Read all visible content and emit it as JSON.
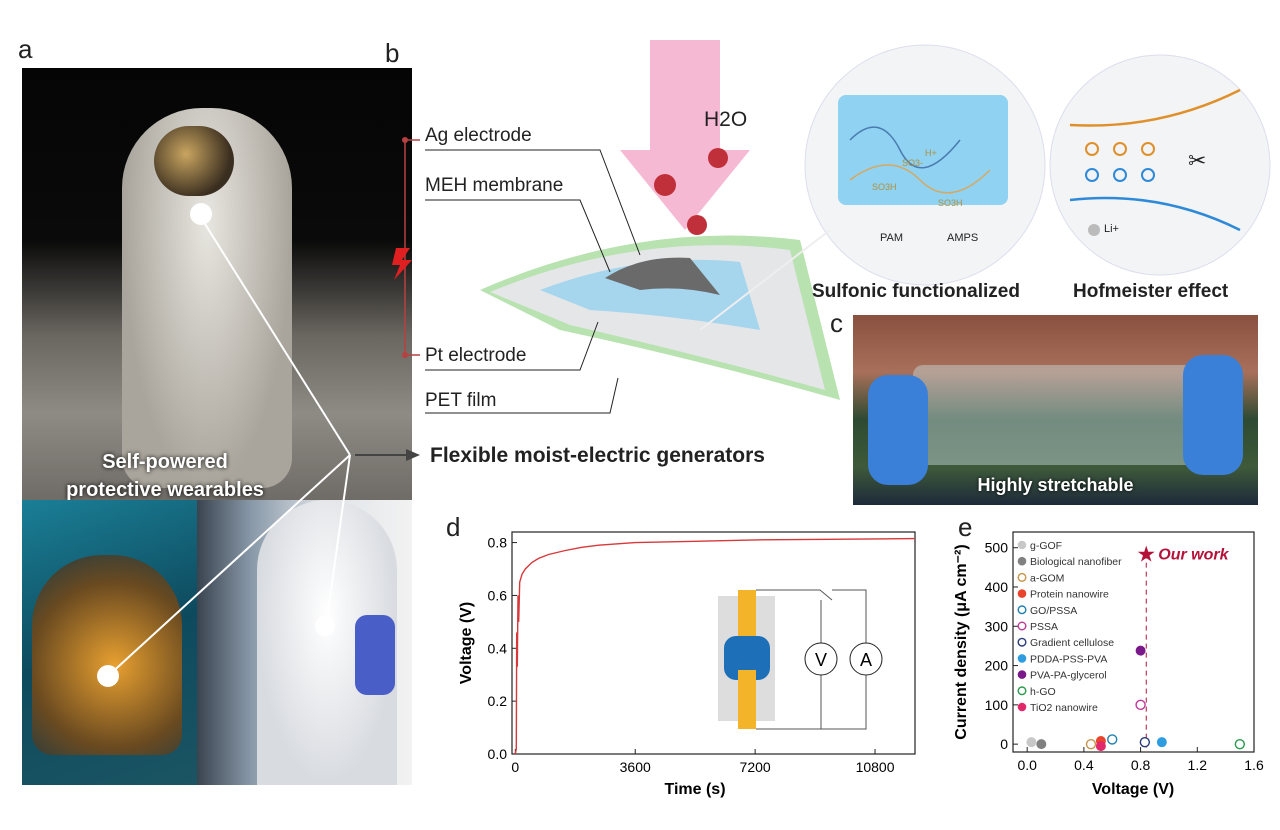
{
  "panels": {
    "a": "a",
    "b": "b",
    "c": "c",
    "d": "d",
    "e": "e"
  },
  "panel_a": {
    "caption_line1": "Self-powered",
    "caption_line2": "protective wearables"
  },
  "panel_b": {
    "layers": [
      "Ag electrode",
      "MEH membrane",
      "Pt electrode",
      "PET film"
    ],
    "water_label": "H2O",
    "device_caption": "Flexible moist-electric generators",
    "bubble1": {
      "title": "Sulfonic functionalized",
      "legend": [
        "PAM",
        "AMPS"
      ],
      "groups": [
        "SO3-",
        "H+",
        "SO3H",
        "SO3H"
      ]
    },
    "bubble2": {
      "title": "Hofmeister effect",
      "legend": [
        "Li+"
      ]
    }
  },
  "panel_c": {
    "caption": "Highly stretchable"
  },
  "colors": {
    "curve": "#d9383a",
    "star": "#b5123a",
    "electrode": "#f4b42a",
    "membrane": "#1d6fb8"
  },
  "chart_data": [
    {
      "type": "line",
      "title": "",
      "xlabel": "Time (s)",
      "ylabel": "Voltage (V)",
      "xlim": [
        -100,
        12000
      ],
      "ylim": [
        0,
        0.84
      ],
      "xticks": [
        0,
        3600,
        7200,
        10800
      ],
      "yticks": [
        0.0,
        0.2,
        0.4,
        0.6,
        0.8
      ],
      "x": [
        0,
        30,
        40,
        60,
        80,
        100,
        130,
        200,
        300,
        500,
        700,
        1000,
        1500,
        2000,
        2500,
        3600,
        5400,
        7200,
        9000,
        12000
      ],
      "y": [
        0,
        0.02,
        0.46,
        0.33,
        0.6,
        0.5,
        0.65,
        0.68,
        0.7,
        0.725,
        0.74,
        0.755,
        0.77,
        0.782,
        0.79,
        0.8,
        0.805,
        0.81,
        0.812,
        0.815
      ],
      "inset": {
        "meters": [
          "V",
          "A"
        ]
      }
    },
    {
      "type": "scatter",
      "title": "",
      "xlabel": "Voltage (V)",
      "ylabel": "Current density (μA cm⁻²)",
      "xlim": [
        -0.1,
        1.6
      ],
      "ylim": [
        -20,
        540
      ],
      "xticks": [
        "0.0",
        "0.4",
        "0.8",
        "1.2",
        "1.6"
      ],
      "yticks": [
        "0",
        "100",
        "200",
        "300",
        "400",
        "500"
      ],
      "legend_position": "top-left",
      "series": [
        {
          "name": "g-GOF",
          "x": 0.03,
          "y": 5,
          "color": "#c8c8c8",
          "filled": true
        },
        {
          "name": "Biological nanofiber",
          "x": 0.1,
          "y": 0,
          "color": "#808080",
          "filled": true
        },
        {
          "name": "a-GOM",
          "x": 0.45,
          "y": 0,
          "color": "#c8934a",
          "filled": false
        },
        {
          "name": "Protein nanowire",
          "x": 0.52,
          "y": 8,
          "color": "#e8452c",
          "filled": true
        },
        {
          "name": "GO/PSSA",
          "x": 0.6,
          "y": 12,
          "color": "#1f7fb0",
          "filled": false
        },
        {
          "name": "PSSA",
          "x": 0.8,
          "y": 100,
          "color": "#c0379a",
          "filled": false
        },
        {
          "name": "Gradient cellulose",
          "x": 0.83,
          "y": 5,
          "color": "#2a3a7a",
          "filled": false
        },
        {
          "name": "PDDA-PSS-PVA",
          "x": 0.95,
          "y": 5,
          "color": "#2e9de0",
          "filled": true
        },
        {
          "name": "PVA-PA-glycerol",
          "x": 0.8,
          "y": 238,
          "color": "#7a1a8a",
          "filled": true
        },
        {
          "name": "h-GO",
          "x": 1.5,
          "y": 0,
          "color": "#2a9a4a",
          "filled": false
        },
        {
          "name": "TiO2 nanowire",
          "x": 0.52,
          "y": -5,
          "color": "#e0286a",
          "filled": true
        }
      ],
      "highlight": {
        "name": "Our work",
        "x": 0.84,
        "y": 485
      }
    }
  ]
}
